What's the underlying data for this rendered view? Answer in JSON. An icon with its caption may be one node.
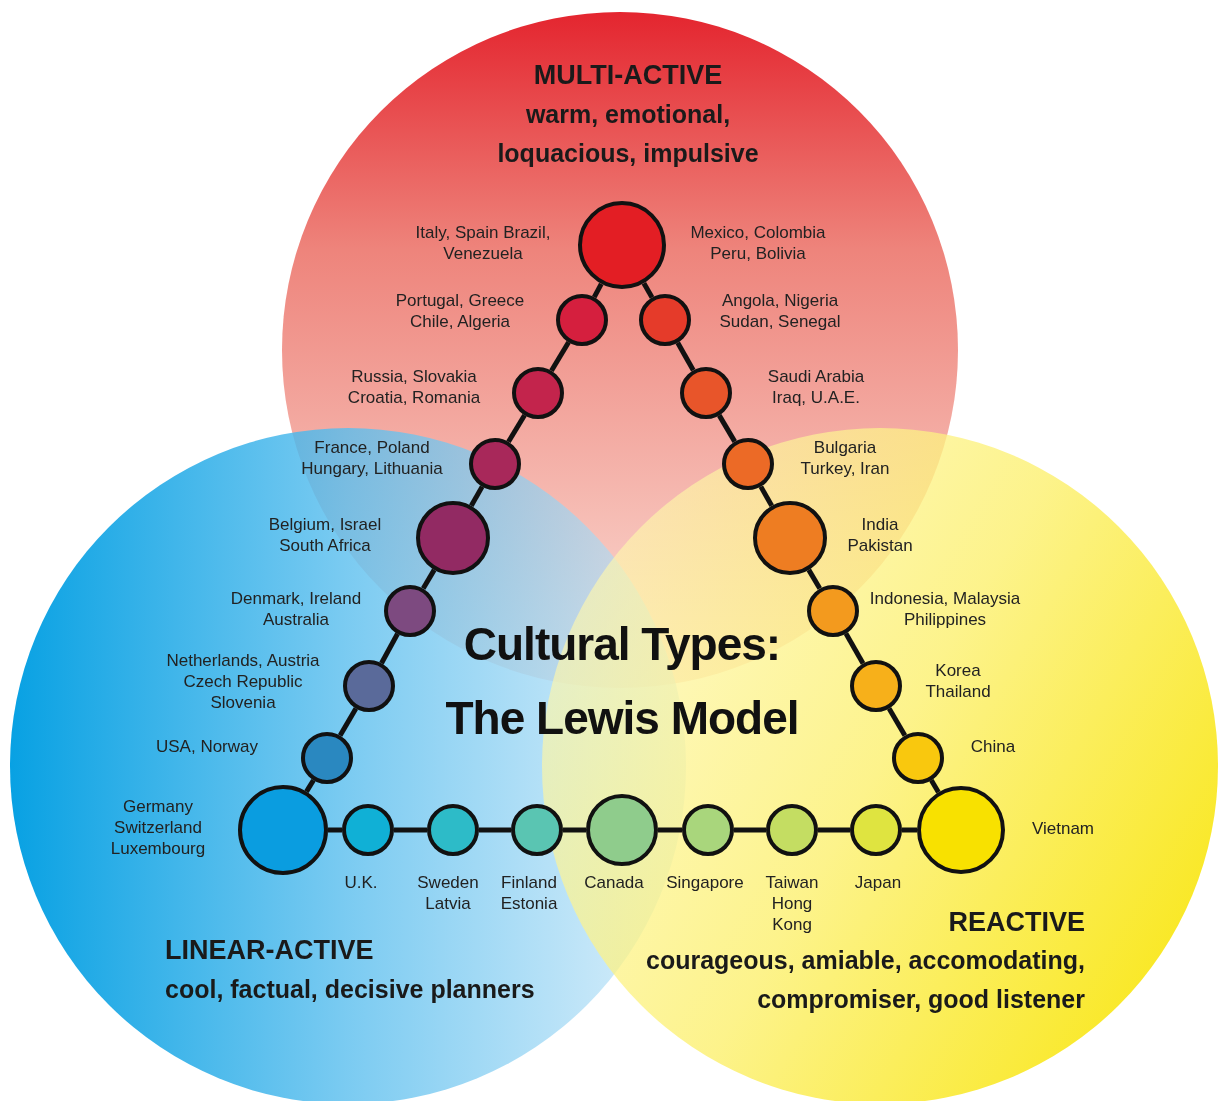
{
  "diagram": {
    "title": "Cultural Types: The Lewis Model",
    "nodes": [
      {
        "text": [],
        "shape": "circle",
        "beside": [
          "Italy, Spain Brazil, Venezuela",
          "Mexico, Colombia Peru, Bolivia"
        ]
      },
      {
        "text": [],
        "shape": "circle",
        "beside": [
          "Portugal, Greece Chile, Algeria"
        ]
      },
      {
        "text": [],
        "shape": "circle",
        "beside": [
          "Russia, Slovakia Croatia, Romania"
        ]
      },
      {
        "text": [],
        "shape": "circle",
        "beside": [
          "France, Poland Hungary, Lithuania"
        ]
      },
      {
        "text": [],
        "shape": "circle",
        "beside": [
          "Belgium, Israel South Africa"
        ]
      },
      {
        "text": [],
        "shape": "circle",
        "beside": [
          "Denmark, Ireland Australia"
        ]
      },
      {
        "text": [],
        "shape": "circle",
        "beside": [
          "Netherlands, Austria Czech Republic Slovenia"
        ]
      },
      {
        "text": [],
        "shape": "circle",
        "beside": [
          "USA, Norway"
        ]
      },
      {
        "text": [],
        "shape": "circle",
        "beside": [
          "Germany Switzerland Luxembourg"
        ]
      },
      {
        "text": [],
        "shape": "circle",
        "beside": [
          "Angola, Nigeria Sudan, Senegal"
        ]
      },
      {
        "text": [],
        "shape": "circle",
        "beside": [
          "Saudi Arabia Iraq, U.A.E."
        ]
      },
      {
        "text": [],
        "shape": "circle",
        "beside": [
          "Bulgaria Turkey, Iran"
        ]
      },
      {
        "text": [],
        "shape": "circle",
        "beside": [
          "India Pakistan"
        ]
      },
      {
        "text": [],
        "shape": "circle",
        "beside": [
          "Indonesia, Malaysia Philippines"
        ]
      },
      {
        "text": [],
        "shape": "circle",
        "beside": [
          "Korea Thailand"
        ]
      },
      {
        "text": [],
        "shape": "circle",
        "beside": [
          "China"
        ]
      },
      {
        "text": [],
        "shape": "circle",
        "beside": [
          "Vietnam"
        ]
      },
      {
        "text": [],
        "shape": "circle",
        "beside": [
          "U.K."
        ]
      },
      {
        "text": [],
        "shape": "circle",
        "beside": [
          "Sweden Latvia"
        ]
      },
      {
        "text": [],
        "shape": "circle",
        "beside": [
          "Finland Estonia"
        ]
      },
      {
        "text": [],
        "shape": "circle",
        "beside": [
          "Canada"
        ]
      },
      {
        "text": [],
        "shape": "circle",
        "beside": [
          "Singapore"
        ]
      },
      {
        "text": [],
        "shape": "circle",
        "beside": [
          "Taiwan Hong Kong"
        ]
      },
      {
        "text": [],
        "shape": "circle",
        "beside": [
          "Japan"
        ]
      }
    ],
    "edges": [
      {
        "from": 0,
        "to": 1,
        "arrow": "none"
      },
      {
        "from": 1,
        "to": 2,
        "arrow": "none"
      },
      {
        "from": 2,
        "to": 3,
        "arrow": "none"
      },
      {
        "from": 3,
        "to": 4,
        "arrow": "none"
      },
      {
        "from": 4,
        "to": 5,
        "arrow": "none"
      },
      {
        "from": 5,
        "to": 6,
        "arrow": "none"
      },
      {
        "from": 6,
        "to": 7,
        "arrow": "none"
      },
      {
        "from": 7,
        "to": 8,
        "arrow": "none"
      },
      {
        "from": 0,
        "to": 9,
        "arrow": "none"
      },
      {
        "from": 9,
        "to": 10,
        "arrow": "none"
      },
      {
        "from": 10,
        "to": 11,
        "arrow": "none"
      },
      {
        "from": 11,
        "to": 12,
        "arrow": "none"
      },
      {
        "from": 12,
        "to": 13,
        "arrow": "none"
      },
      {
        "from": 13,
        "to": 14,
        "arrow": "none"
      },
      {
        "from": 14,
        "to": 15,
        "arrow": "none"
      },
      {
        "from": 15,
        "to": 16,
        "arrow": "none"
      },
      {
        "from": 8,
        "to": 17,
        "arrow": "none"
      },
      {
        "from": 17,
        "to": 18,
        "arrow": "none"
      },
      {
        "from": 18,
        "to": 19,
        "arrow": "none"
      },
      {
        "from": 19,
        "to": 20,
        "arrow": "none"
      },
      {
        "from": 20,
        "to": 21,
        "arrow": "none"
      },
      {
        "from": 21,
        "to": 22,
        "arrow": "none"
      },
      {
        "from": 22,
        "to": 23,
        "arrow": "none"
      },
      {
        "from": 23,
        "to": 16,
        "arrow": "none"
      }
    ],
    "labels": [
      "MULTI-ACTIVE",
      "warm, emotional, loquacious, impulsive",
      "LINEAR-ACTIVE",
      "cool, factual, decisive planners",
      "REACTIVE",
      "courageous, amiable, accomodating, compromiser, good listener"
    ]
  }
}
